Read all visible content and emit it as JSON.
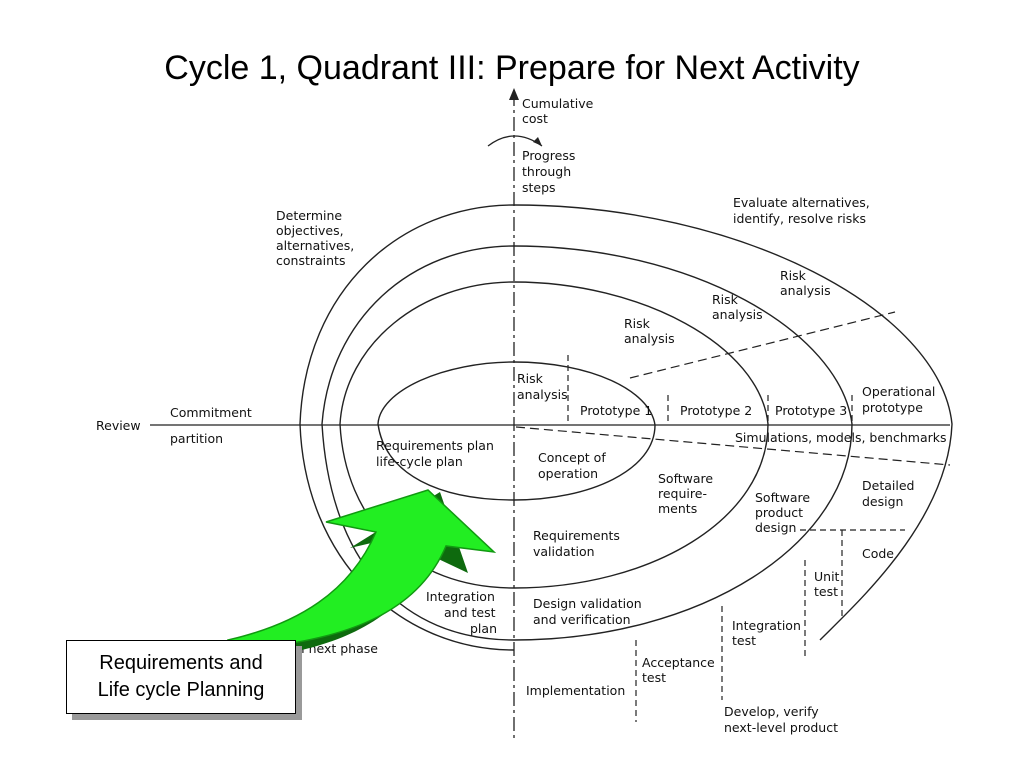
{
  "slide": {
    "title": "Cycle 1, Quadrant III: Prepare for Next Activity"
  },
  "callout": {
    "lines": [
      "Requirements and",
      "Life cycle Planning"
    ]
  },
  "diagram": {
    "axis_top": [
      "Cumulative",
      "cost"
    ],
    "progress": [
      "Progress",
      "through",
      "steps"
    ],
    "evaluate": [
      "Evaluate alternatives,",
      "identify, resolve risks"
    ],
    "determine": [
      "Determine",
      "objectives,",
      "alternatives,",
      "constraints"
    ],
    "review": "Review",
    "commitment": "Commitment",
    "partition": "partition",
    "risk_analysis_outer": [
      "Risk",
      "analysis"
    ],
    "risk_analysis_2": [
      "Risk",
      "analysis"
    ],
    "risk_analysis_3": [
      "Risk",
      "analysis"
    ],
    "risk_analysis_inner": [
      "Risk",
      "analysis"
    ],
    "prototype1": "Prototype 1",
    "prototype2": "Prototype 2",
    "prototype3": "Prototype 3",
    "operational": [
      "Operational",
      "prototype"
    ],
    "simulations": "Simulations, models, benchmarks",
    "req_plan": [
      "Requirements plan",
      "life-cycle plan"
    ],
    "concept": [
      "Concept of",
      "operation"
    ],
    "sw_req": [
      "Software",
      "require-",
      "ments"
    ],
    "sw_product": [
      "Software",
      "product",
      "design"
    ],
    "detailed": [
      "Detailed",
      "design"
    ],
    "code": "Code",
    "unit": [
      "Unit",
      "test"
    ],
    "req_validation": [
      "Requirements",
      "validation"
    ],
    "integration_plan": [
      "Integration",
      "and test",
      "plan"
    ],
    "design_validation": [
      "Design validation",
      "and verification"
    ],
    "integration_test": [
      "Integration",
      "test"
    ],
    "acceptance": [
      "Acceptance",
      "test"
    ],
    "plan_next": "Plan next phase",
    "implementation": "Implementation",
    "develop": [
      "Develop, verify",
      "next-level product"
    ]
  },
  "colors": {
    "arrow_fill": "#22ee22",
    "arrow_stroke": "#119911"
  }
}
